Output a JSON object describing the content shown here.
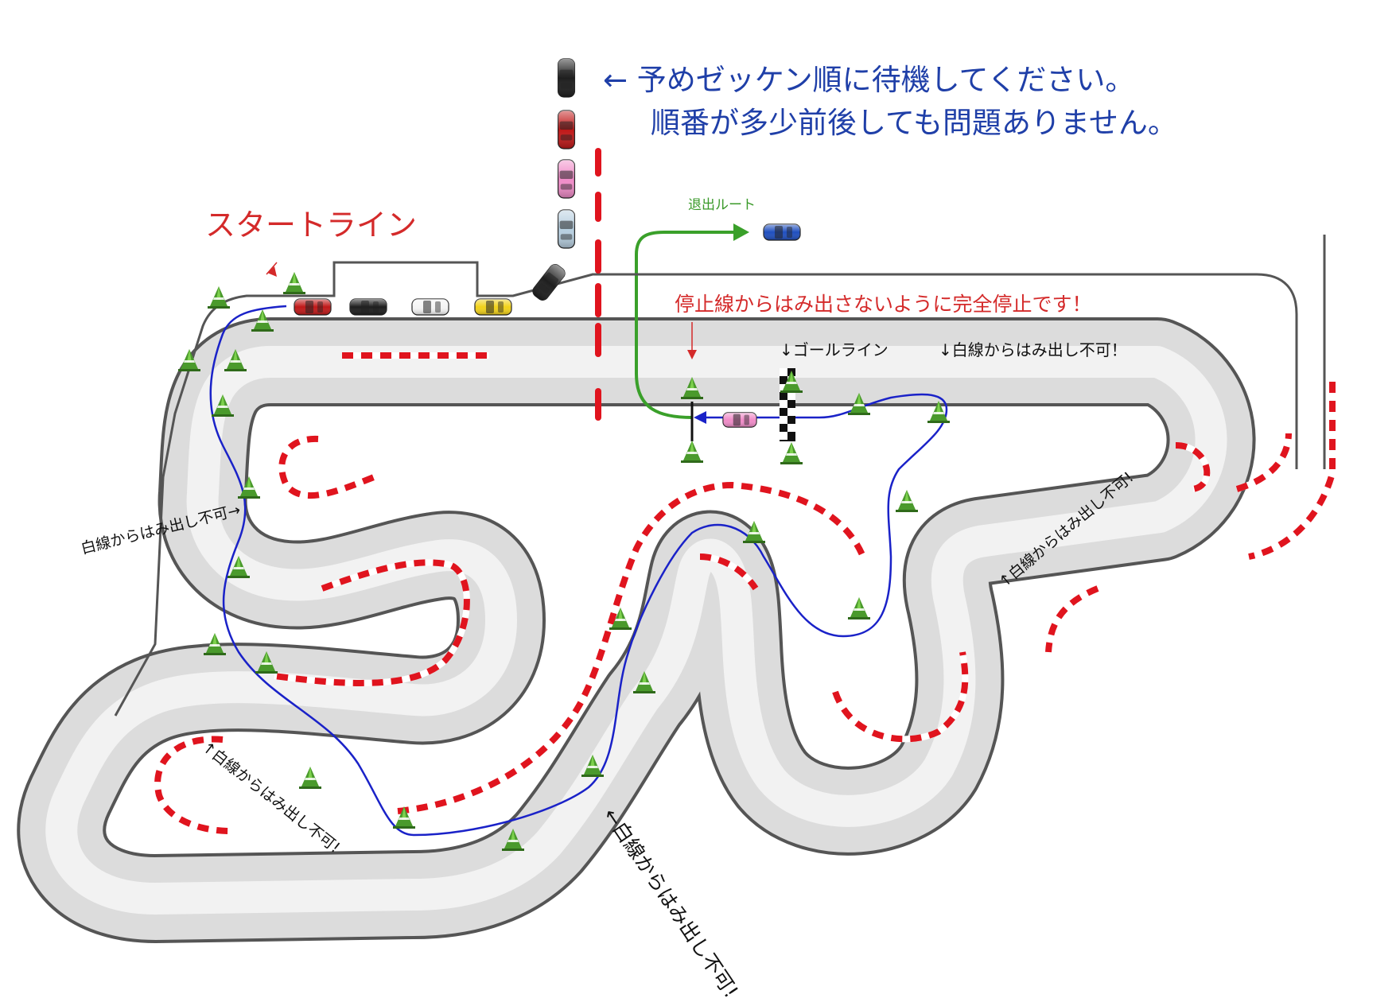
{
  "colors": {
    "track_fill": "#dcdcdc",
    "track_edge": "#555555",
    "curb_red": "#e0141e",
    "curb_white": "#ffffff",
    "racing_line": "#1a22c8",
    "exit_route": "#3aa02a",
    "notice_text": "#1f3fa8",
    "warning_text": "#d42a2a",
    "cone_green": "#4a9a2c"
  },
  "labels": {
    "notice_line1": "← 予めゼッケン順に待機してください。",
    "notice_line2": "順番が多少前後しても問題ありません。",
    "start_line": "スタートライン",
    "exit_route": "退出ルート",
    "stop_line": "停止線からはみ出さないように完全停止です！",
    "goal_line": "↓ゴールライン",
    "no_overrun_top": "↓白線からはみ出し不可！",
    "no_overrun_left": "白線からはみ出し不可→",
    "no_overrun_right": "↑白線からはみ出し不可!",
    "no_overrun_bottom_left": "↑白線からはみ出し不可!",
    "no_overrun_bottom": "←白線からはみ出し不可!"
  },
  "icons": {
    "cone": "traffic-cone-icon",
    "car": "car-icon",
    "arrow": "arrow-icon",
    "checkered_flag_line": "checkered-line-icon"
  },
  "cars": {
    "queue": [
      "black",
      "red",
      "pink",
      "silver-blue",
      "black"
    ],
    "start_grid": [
      "red",
      "black",
      "white",
      "yellow"
    ],
    "exit": "blue",
    "finish": "pink"
  }
}
